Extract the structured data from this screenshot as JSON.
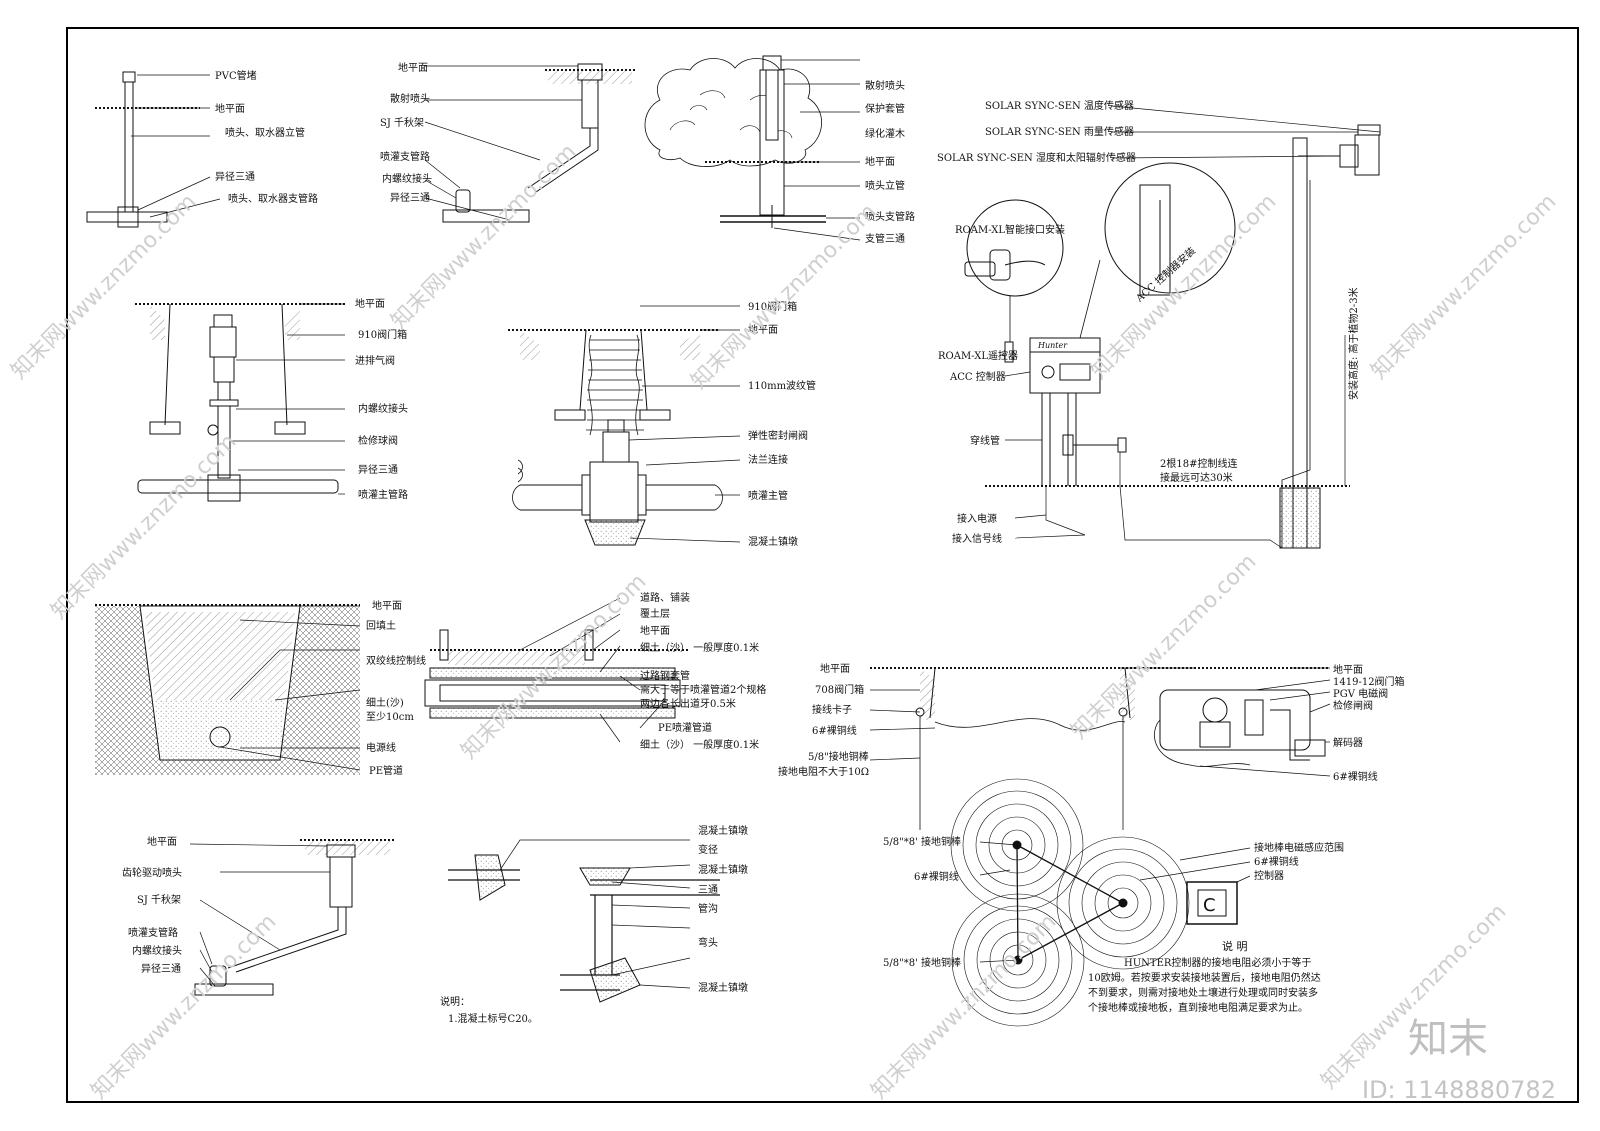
{
  "details": {
    "d1": [
      "PVC管堵",
      "地平面",
      "喷头、取水器立管",
      "异径三通",
      "喷头、取水器支管路"
    ],
    "d2": [
      "地平面",
      "散射喷头",
      "SJ 千秋架",
      "喷灌支管路",
      "内螺纹接头",
      "异径三通"
    ],
    "d3": [
      "散射喷头",
      "保护套管",
      "绿化灌木",
      "地平面",
      "喷头立管",
      "喷头支管路",
      "支管三通"
    ],
    "d4": [
      "地平面",
      "910阀门箱",
      "进排气阀",
      "内螺纹接头",
      "检修球阀",
      "异径三通",
      "喷灌主管路"
    ],
    "d5": [
      "910阀门箱",
      "地平面",
      "110mm波纹管",
      "弹性密封闸阀",
      "法兰连接",
      "喷灌主管",
      "混凝土镇墩"
    ],
    "d6": {
      "sensors": [
        "SOLAR SYNC-SEN 温度传感器",
        "SOLAR SYNC-SEN 雨量传感器",
        "SOLAR SYNC-SEN 湿度和太阳辐射传感器"
      ],
      "roam_bubble": "ROAM-XL智能接口安装",
      "acc_bubble": "ACC 控制器安装",
      "left": [
        "ROAM-XL遥控器",
        "ACC 控制器",
        "穿线管",
        "接入电源",
        "接入信号线"
      ],
      "wire1": "2根18#控制线连",
      "wire2": "接最远可达30米",
      "height": "安装高度: 高于植物2-3米",
      "brand": "Hunter"
    },
    "d7": [
      "地平面",
      "回填土",
      "双绞线控制线",
      "细土(沙)",
      "至少10cm",
      "电源线",
      "PE管道"
    ],
    "d8": [
      "道路、铺装",
      "覆土层",
      "地平面",
      "细土（沙） 一般厚度0.1米",
      "过路钢套管",
      "需大于等于喷灌管道2个规格",
      "两边各长出道牙0.5米",
      "PE喷灌管道",
      "细土（沙） 一般厚度0.1米"
    ],
    "d9": {
      "left": [
        "地平面",
        "708阀门箱",
        "接线卡子",
        "6#裸铜线",
        "5/8\"接地铜棒",
        "接地电阻不大于10Ω"
      ],
      "right": [
        "地平面",
        "1419-12阀门箱",
        "PGV 电磁阀",
        "检修闸阀",
        "解码器",
        "6#裸铜线"
      ]
    },
    "d10": {
      "labels": [
        "5/8\"*8' 接地铜棒",
        "6#裸铜线",
        "5/8\"*8' 接地铜棒",
        "接地棒电磁感应范围",
        "6#裸铜线",
        "控制器"
      ],
      "controller": "C",
      "note_title": "说    明",
      "note_lines": [
        "HUNTER控制器的接地电阻必须小于等于",
        "10欧姆。若按要求安装接地装置后，接地电阻仍然达",
        "不到要求，则需对接地处土壤进行处理或同时安装多",
        "个接地棒或接地板，直到接地电阻满足要求为止。"
      ]
    },
    "d11": [
      "地平面",
      "齿轮驱动喷头",
      "SJ 千秋架",
      "喷灌支管路",
      "内螺纹接头",
      "异径三通"
    ],
    "d12": {
      "labels": [
        "混凝土镇墩",
        "变径",
        "混凝土镇墩",
        "三通",
        "管沟",
        "弯头",
        "混凝土镇墩"
      ],
      "note_title": "说明：",
      "note_line": "1.混凝土标号C20。"
    }
  },
  "watermark": {
    "text": "知末网www.znzmo.com",
    "brand": "知末",
    "id": "ID: 1148880782"
  }
}
